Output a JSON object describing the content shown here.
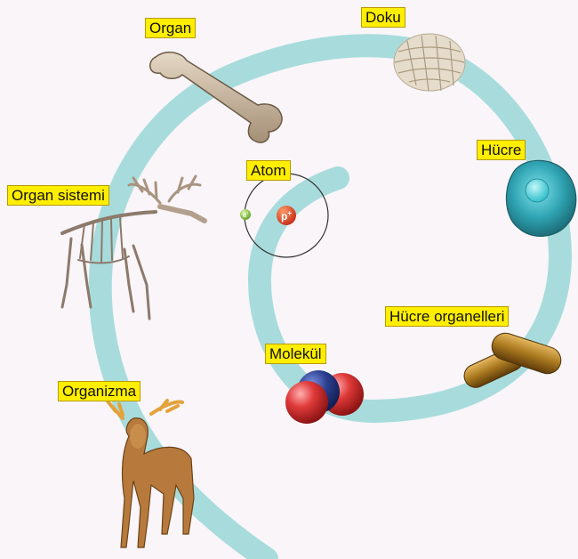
{
  "labels": {
    "organ": "Organ",
    "doku": "Doku",
    "hucre": "Hücre",
    "hucre_organelleri": "Hücre organelleri",
    "molekul": "Molekül",
    "atom": "Atom",
    "organ_sistemi": "Organ sistemi",
    "organizma": "Organizma"
  },
  "atom_symbols": {
    "proton": "p",
    "proton_charge": "+",
    "electron": "e",
    "electron_charge": "-"
  },
  "colors": {
    "background": "#f9f5f9",
    "ring": "#a8dcdc",
    "label_fill": "#ffee00",
    "bone": "#c9b8a3",
    "cell": "#2fa3b2",
    "organelle": "#a9781e",
    "oxygen": "#e03a3a",
    "carbon": "#2c3f8f",
    "moose": "#b77a3c"
  }
}
